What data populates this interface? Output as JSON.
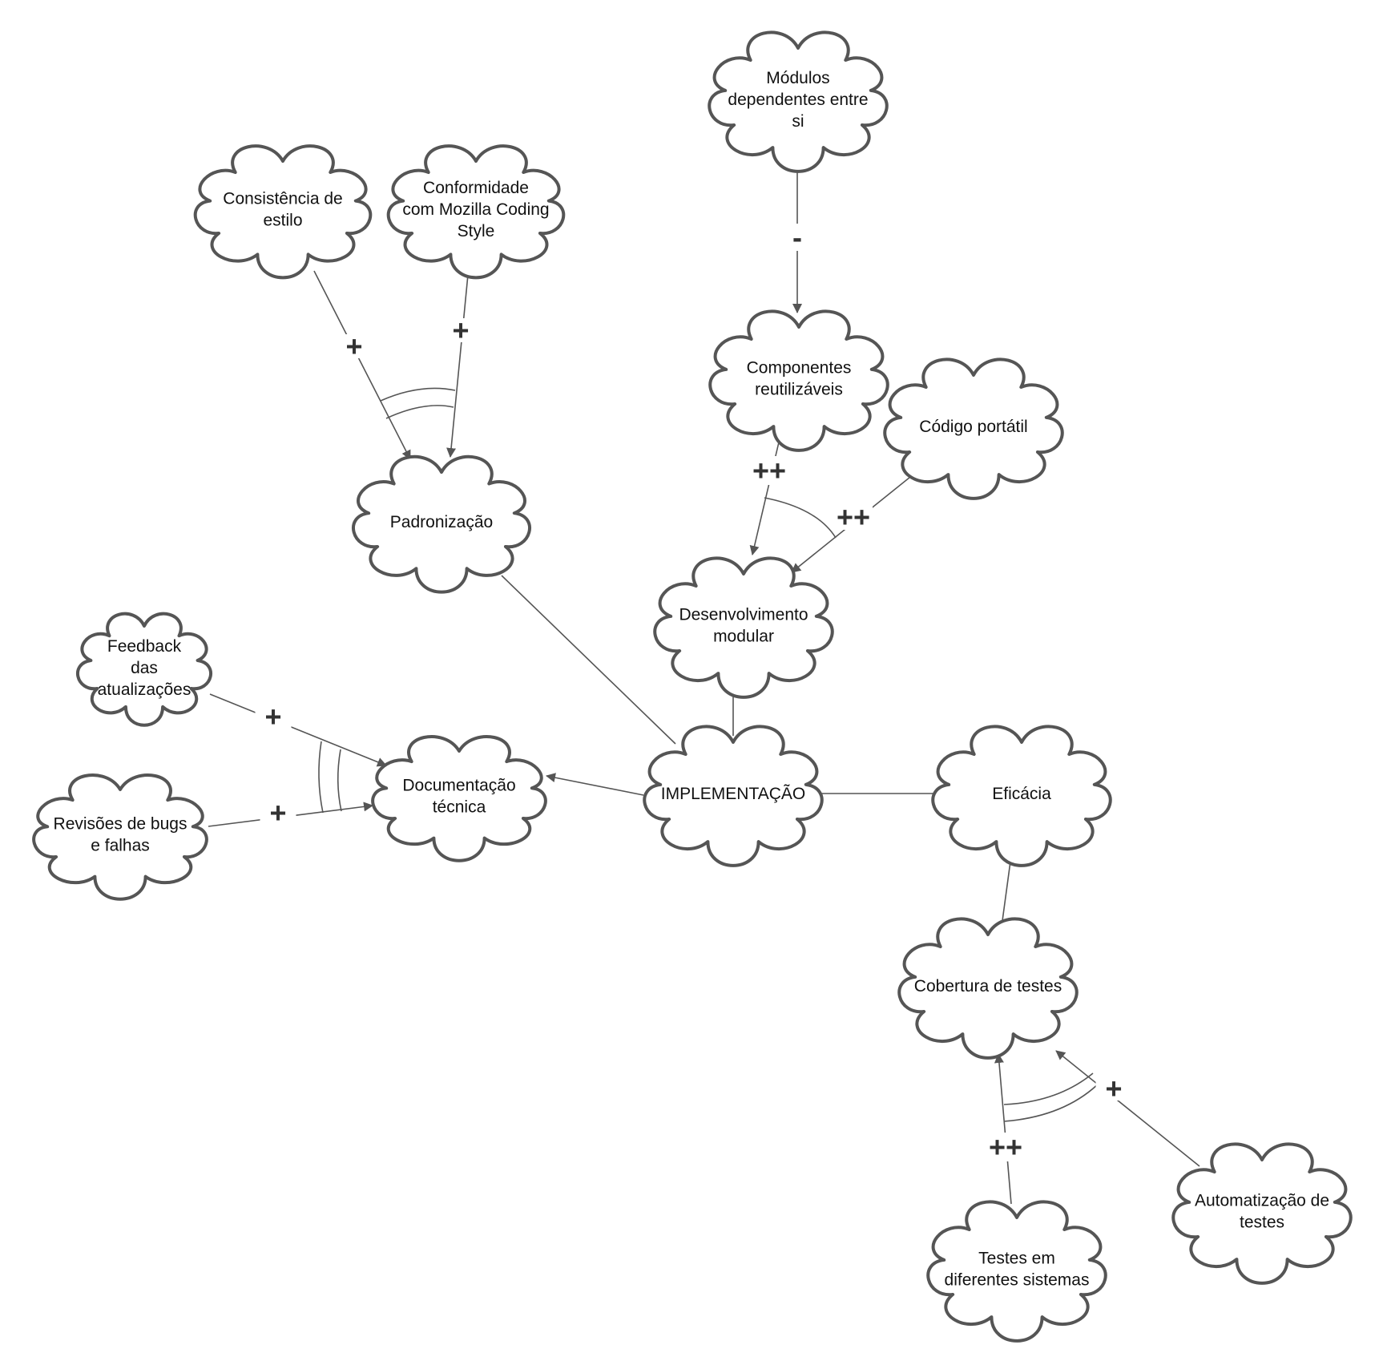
{
  "diagram": {
    "nodes": [
      {
        "id": "consistencia",
        "lines": [
          "Consistência de",
          "estilo"
        ]
      },
      {
        "id": "conformidade",
        "lines": [
          "Conformidade",
          "com Mozilla Coding",
          "Style"
        ]
      },
      {
        "id": "modulos",
        "lines": [
          "Módulos",
          "dependentes entre",
          "si"
        ]
      },
      {
        "id": "componentes",
        "lines": [
          "Componentes",
          "reutilizáveis"
        ]
      },
      {
        "id": "codigo-portatil",
        "lines": [
          "Código portátil"
        ]
      },
      {
        "id": "padronizacao",
        "lines": [
          "Padronização"
        ]
      },
      {
        "id": "desenvolvimento",
        "lines": [
          "Desenvolvimento",
          "modular"
        ]
      },
      {
        "id": "feedback",
        "lines": [
          "Feedback",
          "das",
          "atualizações"
        ]
      },
      {
        "id": "revisoes",
        "lines": [
          "Revisões de bugs",
          "e falhas"
        ]
      },
      {
        "id": "documentacao",
        "lines": [
          "Documentação",
          "técnica"
        ]
      },
      {
        "id": "implementacao",
        "lines": [
          "IMPLEMENTAÇÃO"
        ]
      },
      {
        "id": "eficacia",
        "lines": [
          "Eficácia"
        ]
      },
      {
        "id": "cobertura",
        "lines": [
          "Cobertura de testes"
        ]
      },
      {
        "id": "testes-sistemas",
        "lines": [
          "Testes em",
          "diferentes sistemas"
        ]
      },
      {
        "id": "automatizacao",
        "lines": [
          "Automatização de",
          "testes"
        ]
      }
    ],
    "edges": [
      {
        "from": "consistencia",
        "to": "padronizacao",
        "label": "+",
        "arrow": true
      },
      {
        "from": "conformidade",
        "to": "padronizacao",
        "label": "+",
        "arrow": true
      },
      {
        "from": "modulos",
        "to": "componentes",
        "label": "-",
        "arrow": true
      },
      {
        "from": "componentes",
        "to": "desenvolvimento",
        "label": "++",
        "arrow": true
      },
      {
        "from": "codigo-portatil",
        "to": "desenvolvimento",
        "label": "++",
        "arrow": true
      },
      {
        "from": "feedback",
        "to": "documentacao",
        "label": "+",
        "arrow": true
      },
      {
        "from": "revisoes",
        "to": "documentacao",
        "label": "+",
        "arrow": true
      },
      {
        "from": "testes-sistemas",
        "to": "cobertura",
        "label": "++",
        "arrow": true
      },
      {
        "from": "automatizacao",
        "to": "cobertura",
        "label": "+",
        "arrow": true
      },
      {
        "from": "cobertura",
        "to": "eficacia",
        "label": "",
        "arrow": true
      },
      {
        "from": "implementacao",
        "to": "documentacao",
        "label": "",
        "arrow": true
      },
      {
        "from": "implementacao",
        "to": "padronizacao",
        "label": "",
        "arrow": false
      },
      {
        "from": "implementacao",
        "to": "desenvolvimento",
        "label": "",
        "arrow": false
      },
      {
        "from": "implementacao",
        "to": "eficacia",
        "label": "",
        "arrow": false
      }
    ],
    "colors": {
      "stroke": "#555555",
      "fill": "#ffffff",
      "text": "#111111",
      "label": "#333333"
    }
  }
}
